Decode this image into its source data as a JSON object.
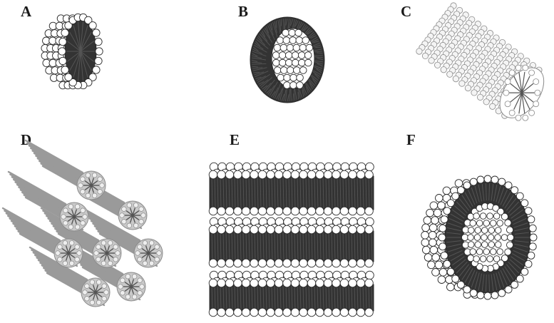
{
  "panels": [
    {
      "id": "A",
      "label": "A",
      "structure": "spherical-micelle-cross-section"
    },
    {
      "id": "B",
      "label": "B",
      "structure": "reverse-micelle-cross-section"
    },
    {
      "id": "C",
      "label": "C",
      "structure": "cylindrical-micelle"
    },
    {
      "id": "D",
      "label": "D",
      "structure": "hexagonal-phase"
    },
    {
      "id": "E",
      "label": "E",
      "structure": "lamellar-phase"
    },
    {
      "id": "F",
      "label": "F",
      "structure": "vesicle-cross-section"
    }
  ],
  "colors": {
    "head_fill": "#ffffff",
    "outline": "#2a2a2a",
    "tail_dark": "#333333",
    "tail_mid": "#555555",
    "tail_light": "#8a8a8a",
    "bar": "#9a9a9a"
  }
}
